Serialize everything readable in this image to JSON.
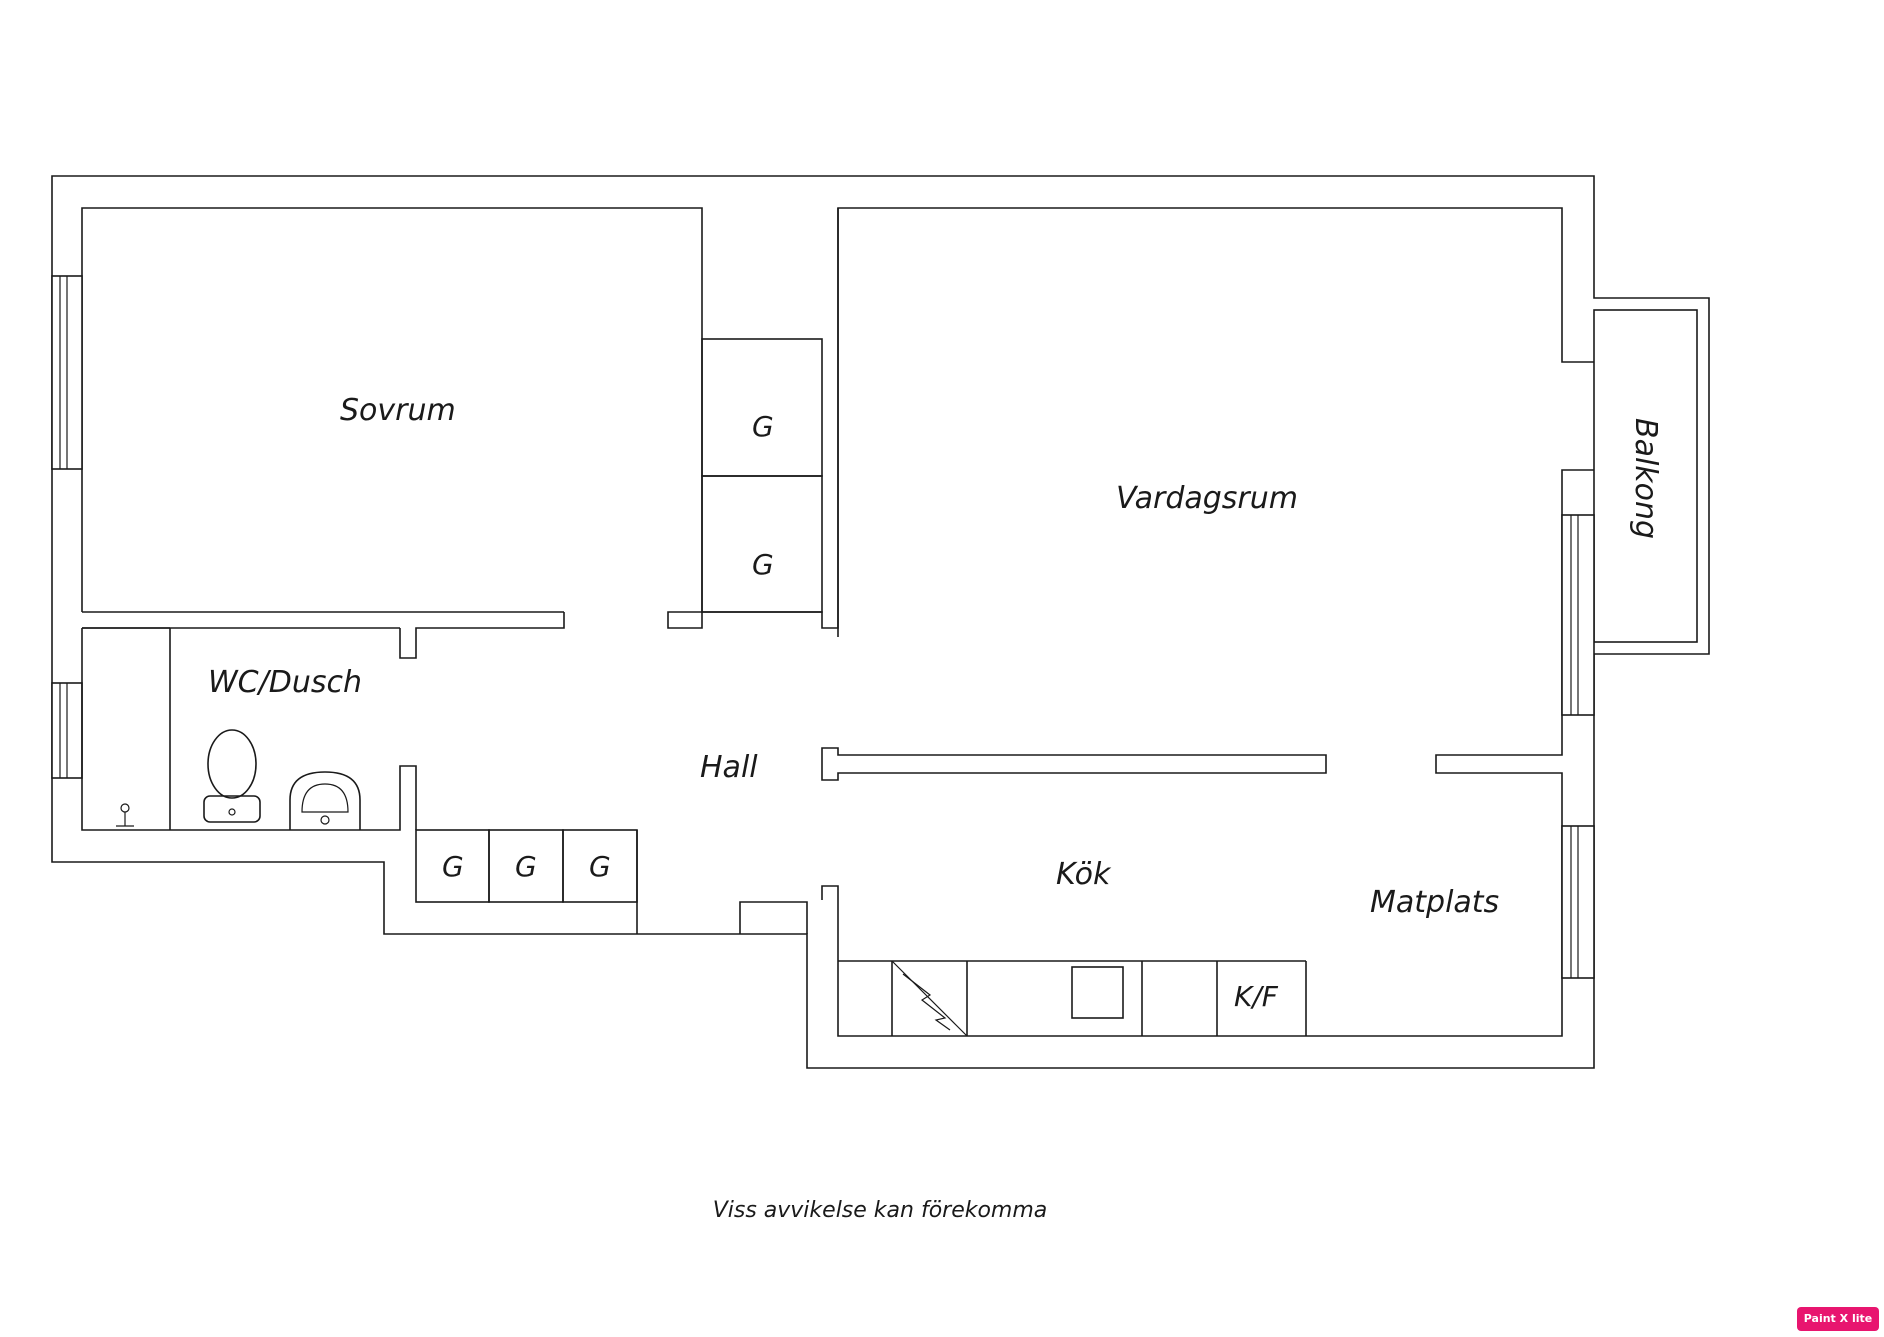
{
  "rooms": {
    "sovrum": "Sovrum",
    "vardagsrum": "Vardagsrum",
    "wc_dusch": "WC/Dusch",
    "hall": "Hall",
    "kok": "Kök",
    "matplats": "Matplats",
    "balkong": "Balkong"
  },
  "closets": {
    "g1": "G",
    "g2": "G",
    "g3": "G",
    "g4": "G",
    "g5": "G"
  },
  "appliances": {
    "kf": "K/F"
  },
  "disclaimer": "Viss avvikelse kan förekomma",
  "watermark": "Paint X lite"
}
